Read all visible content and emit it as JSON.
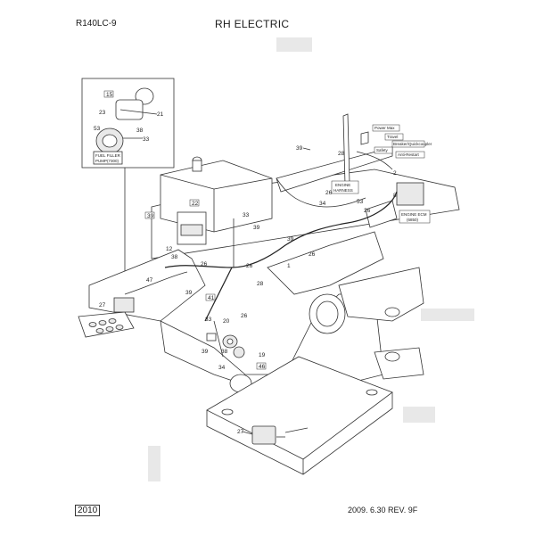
{
  "header": {
    "model": "R140LC-9",
    "title": "RH ELECTRIC"
  },
  "footer": {
    "page": "2010",
    "revision": "2009. 6.30 REV. 9F"
  },
  "detail": {
    "labels": [
      "FUEL FILLER",
      "PUMP(7300)"
    ],
    "callouts": [
      "15",
      "23",
      "21",
      "38",
      "53",
      "33"
    ]
  },
  "tags": {
    "power_max": "Power Max",
    "travel": "Travel",
    "breaker": "Breaker/Quickcoupler",
    "safety": "Safety",
    "anti_restart": "Anti-Restart",
    "engine_harness": [
      "ENGINE",
      "HARNESS"
    ],
    "engine_ecm": [
      "ENGINE ECM",
      "(6850)"
    ]
  },
  "callouts": {
    "c39a": "39",
    "c28a": "28",
    "c26a": "26",
    "c34": "34",
    "c53": "53",
    "c26b": "26",
    "c2": "2",
    "c8": "8",
    "c22": "22",
    "c33a": "33",
    "c39b": "39",
    "c39c": "39",
    "c39d": "39",
    "c26c": "26",
    "c1": "1",
    "c12": "12",
    "c38a": "38",
    "c26d": "26",
    "c26e": "26",
    "c47": "47",
    "c39e": "39",
    "c28b": "28",
    "c27a": "27",
    "c33b": "33",
    "c20": "20",
    "c26f": "26",
    "c41": "41",
    "c39f": "39",
    "c38b": "38",
    "c19": "19",
    "c46": "46",
    "c34b": "34",
    "c27b": "27"
  }
}
